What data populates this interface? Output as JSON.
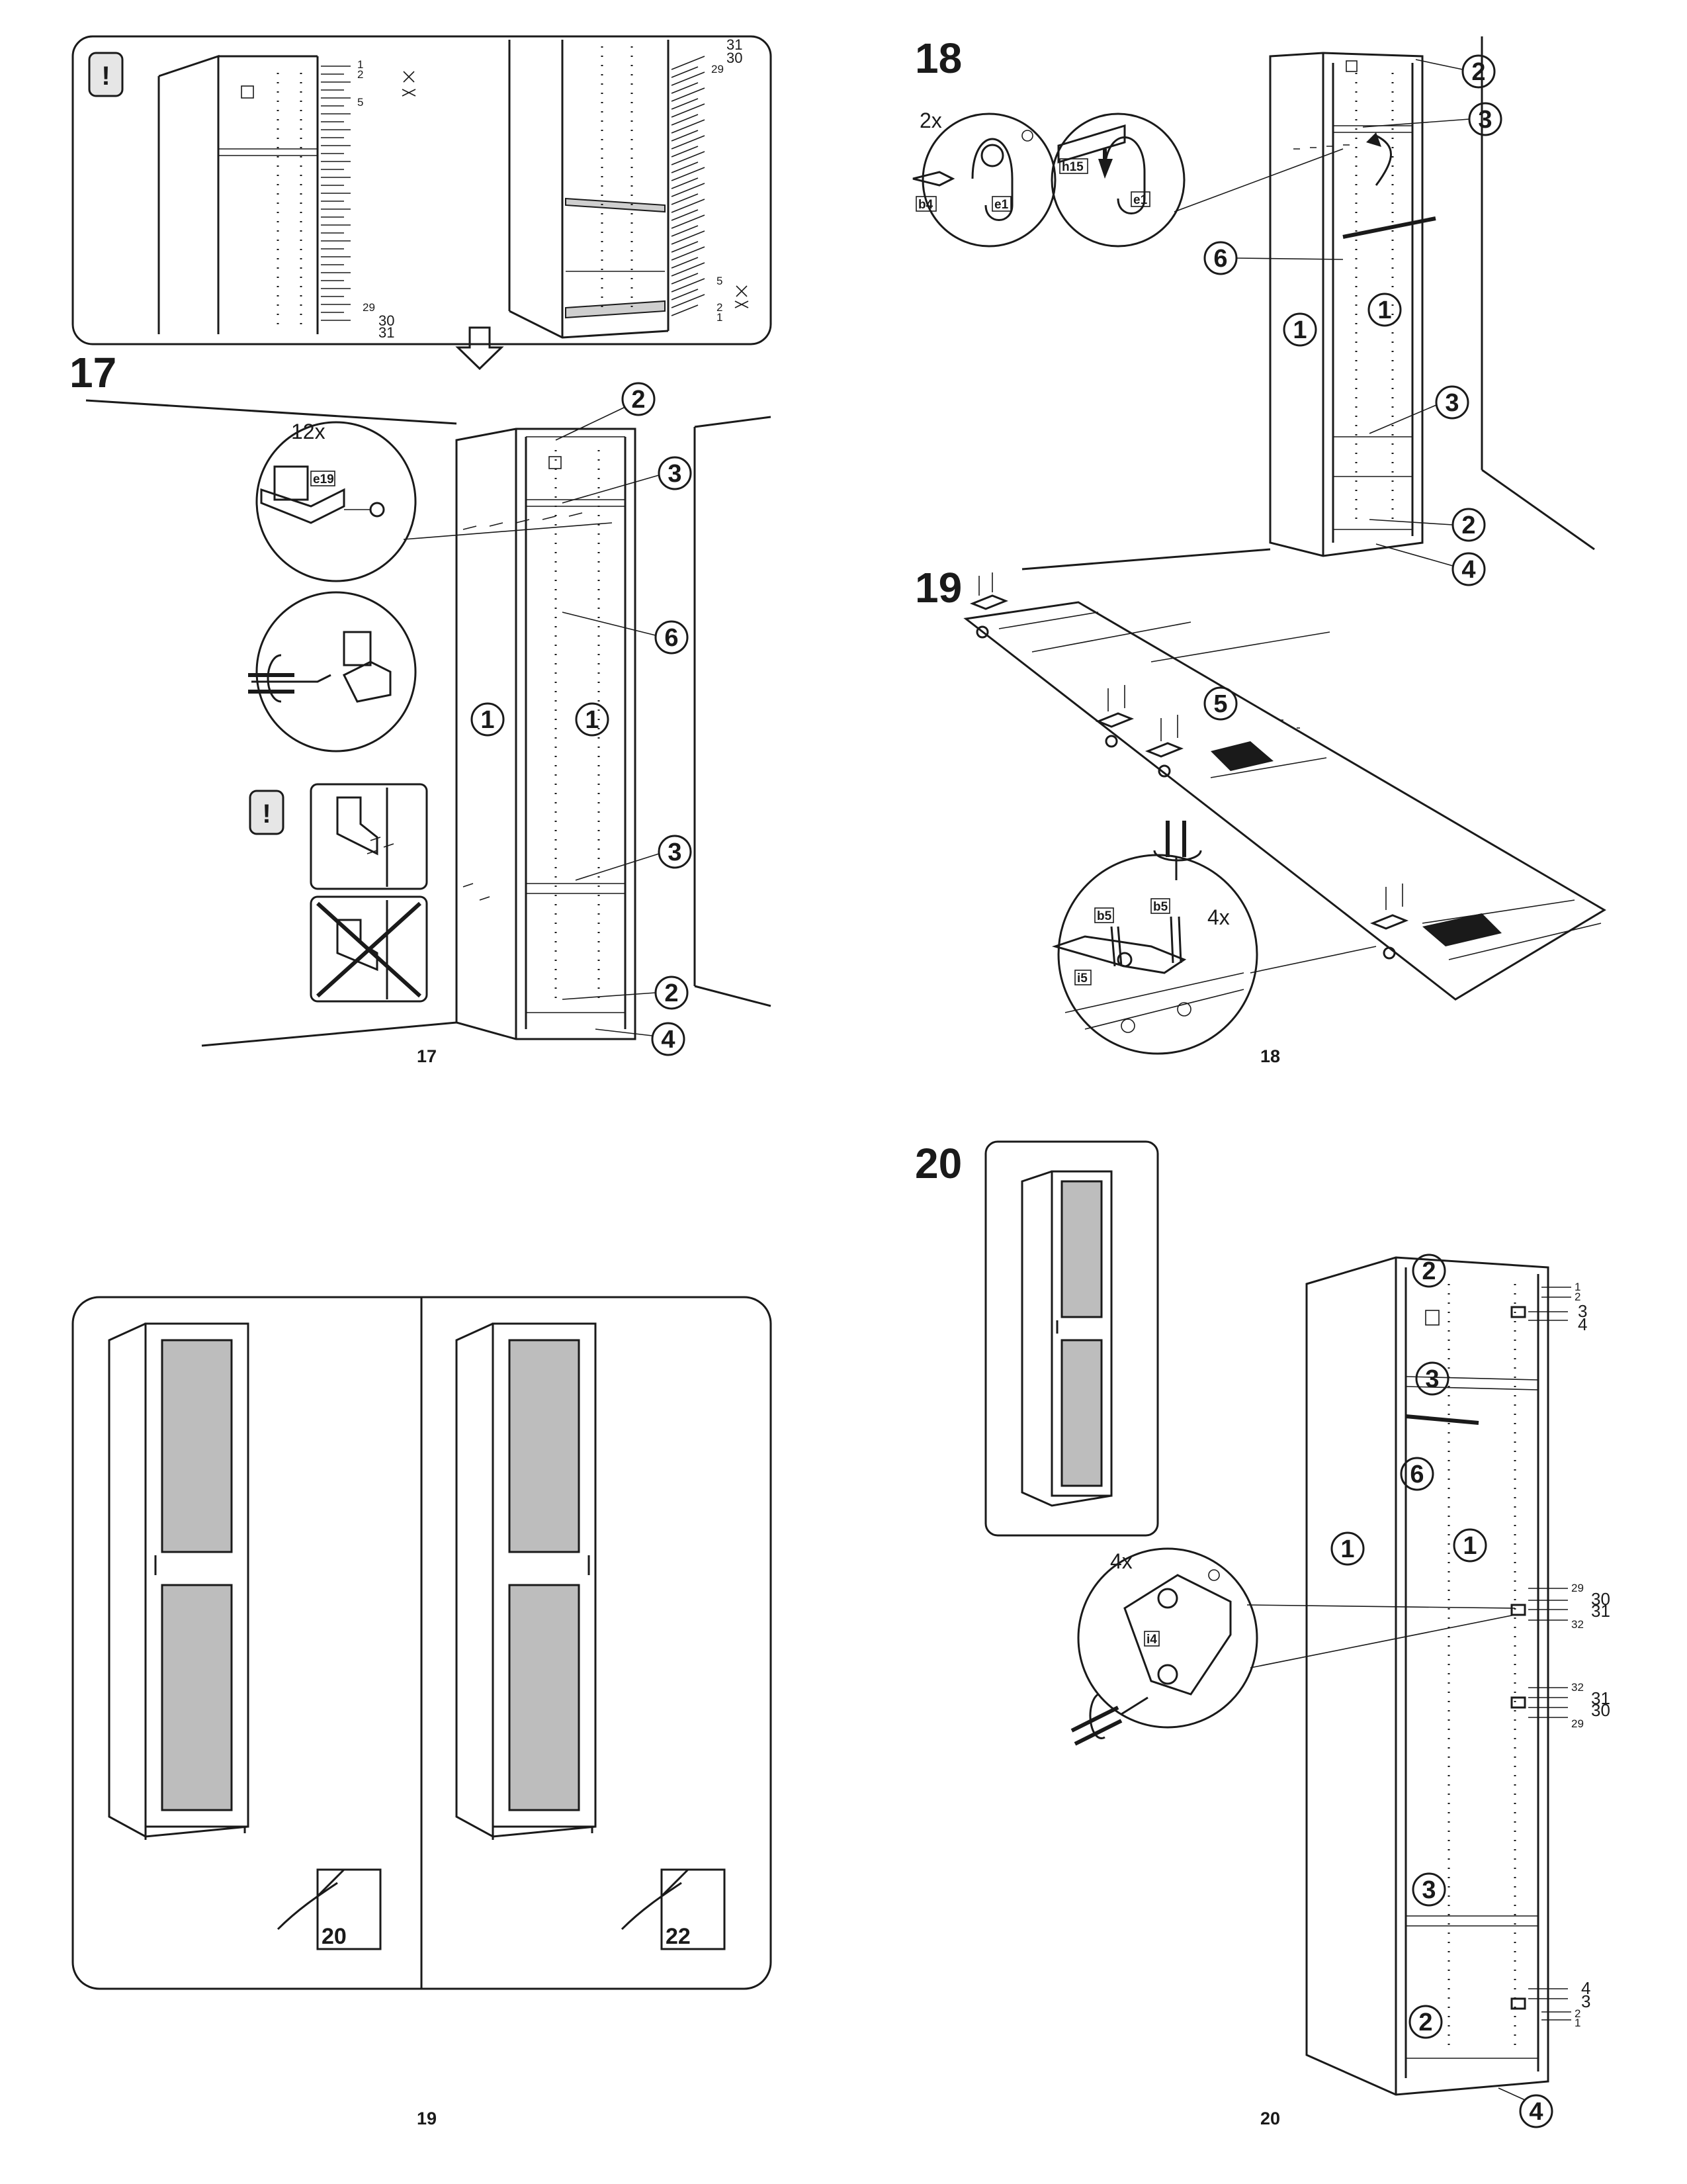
{
  "steps": {
    "s17": "17",
    "s18": "18",
    "s19": "19",
    "s20": "20"
  },
  "page_numbers": {
    "p17": "17",
    "p18": "18",
    "p19": "19",
    "p20": "20"
  },
  "warning": {
    "symbol": "!"
  },
  "quantities": {
    "q12x": "12x",
    "q2x": "2x",
    "q4x_a": "4x",
    "q4x_b": "4x"
  },
  "part_tags": {
    "e19": "e19",
    "b4": "b4",
    "e1a": "e1",
    "e1b": "e1",
    "h15": "h15",
    "b5a": "b5",
    "b5b": "b5",
    "i5": "i5",
    "i4": "i4"
  },
  "part_numbers": {
    "n1": "1",
    "n2": "2",
    "n3": "3",
    "n4": "4",
    "n5": "5",
    "n6": "6"
  },
  "hole_labels_top": {
    "a1": "1",
    "a2": "2",
    "a5": "5",
    "a29": "29",
    "a30": "30",
    "a31": "31",
    "b31": "31",
    "b30": "30",
    "b29": "29",
    "b5": "5",
    "b2": "2",
    "b1": "1"
  },
  "hole_labels_s20": {
    "t1": "1",
    "t2": "2",
    "t3": "3",
    "t4": "4",
    "m29": "29",
    "m30": "30",
    "m31": "31",
    "m32": "32",
    "l32": "32",
    "l31": "31",
    "l30": "30",
    "l29": "29",
    "b4": "4",
    "b3": "3",
    "b2": "2",
    "b1": "1"
  },
  "page_refs": {
    "left": "20",
    "right": "22"
  }
}
